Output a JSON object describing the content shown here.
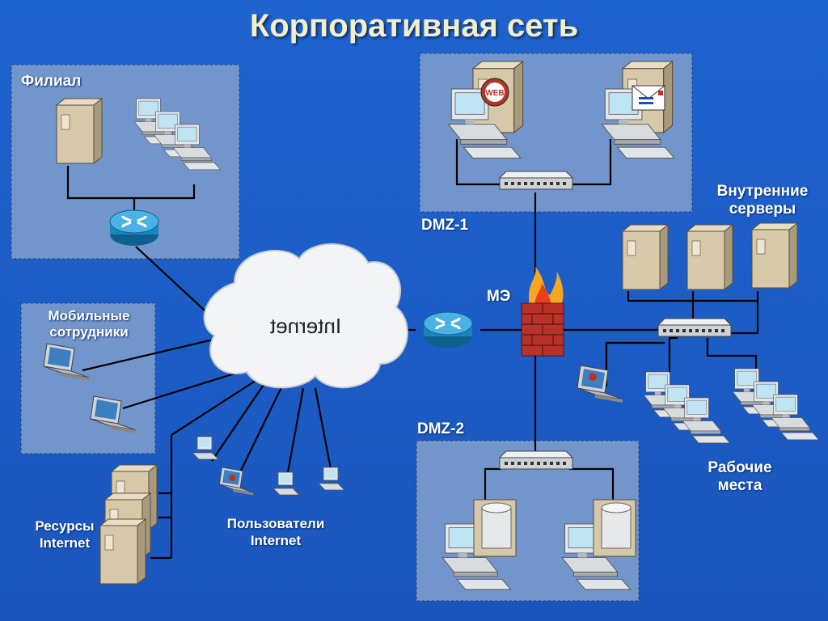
{
  "title": "Корпоративная сеть",
  "labels": {
    "branch": "Филиал",
    "dmz1": "DMZ-1",
    "dmz2": "DMZ-2",
    "firewall": "МЭ",
    "internal_servers": "Внутренние серверы",
    "mobile": "Мобильные сотрудники",
    "resources": "Ресурсы Internet",
    "users": "Пользователи Internet",
    "workstations": "Рабочие места",
    "cloud": "Internet",
    "web_badge": "WEB"
  },
  "colors": {
    "background": "#1b5cc4",
    "zone_fill": "#6f93c9",
    "title": "#f4efc8",
    "line": "#000000",
    "router": "#1f8fc9",
    "firewall_brick": "#b8322a"
  }
}
